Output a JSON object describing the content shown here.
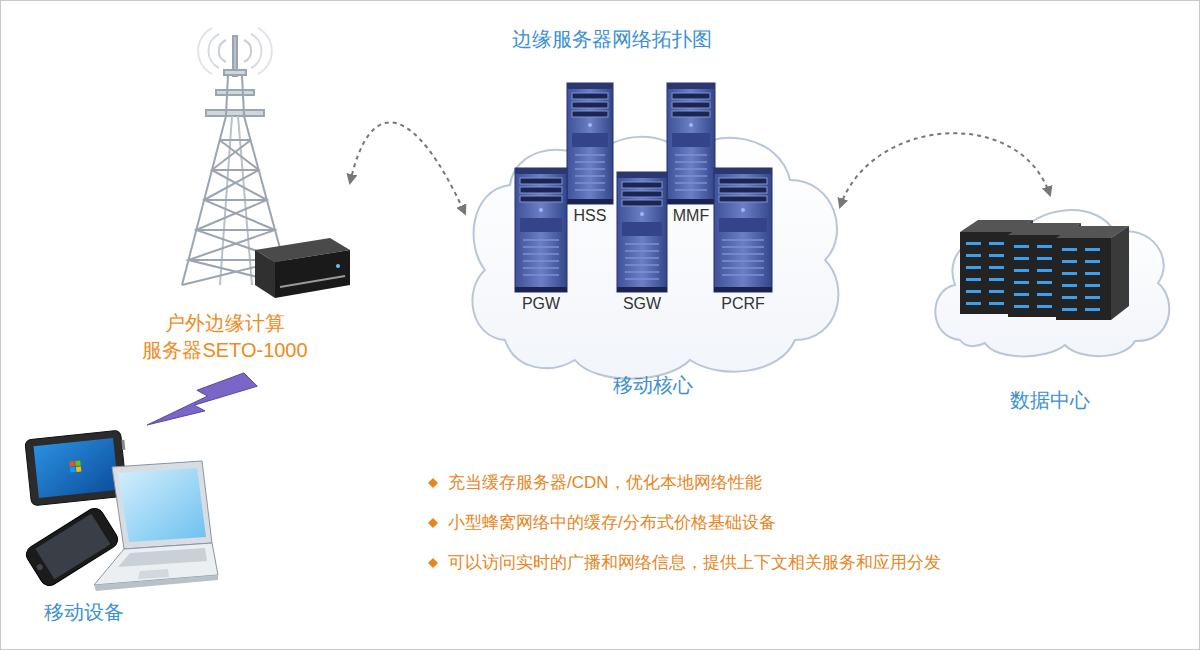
{
  "diagram": {
    "title": "边缘服务器网络拓扑图",
    "nodes": [
      {
        "text": [
          "户外边缘计算 服务器SETO-1000"
        ]
      },
      {
        "text": [
          "移动核心"
        ]
      },
      {
        "text": [
          "HSS"
        ],
        "in": 1
      },
      {
        "text": [
          "MMF"
        ],
        "in": 1
      },
      {
        "text": [
          "PGW"
        ],
        "in": 1
      },
      {
        "text": [
          "SGW"
        ],
        "in": 1
      },
      {
        "text": [
          "PCRF"
        ],
        "in": 1
      },
      {
        "text": [
          "数据中心"
        ]
      },
      {
        "text": [
          "移动设备"
        ]
      }
    ],
    "edges": [
      {
        "from": 0,
        "to": 1,
        "arrow": "both"
      },
      {
        "from": 1,
        "to": 7,
        "arrow": "both"
      },
      {
        "from": 8,
        "to": 0,
        "arrow": "none"
      }
    ],
    "labels": [
      "充当缓存服务器/CDN，优化本地网络性能",
      "小型蜂窝网络中的缓存/分布式价格基础设备",
      "可以访问实时的广播和网络信息，提供上下文相关服务和应用分发"
    ]
  }
}
